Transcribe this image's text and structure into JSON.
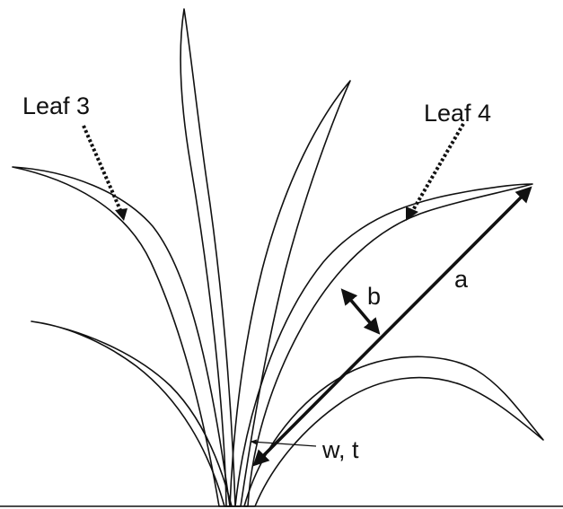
{
  "labels": {
    "leaf3": "Leaf 3",
    "leaf4": "Leaf 4",
    "length": "a",
    "width": "b",
    "base": "w, t"
  },
  "colors": {
    "ink": "#111111",
    "background": "#ffffff"
  }
}
